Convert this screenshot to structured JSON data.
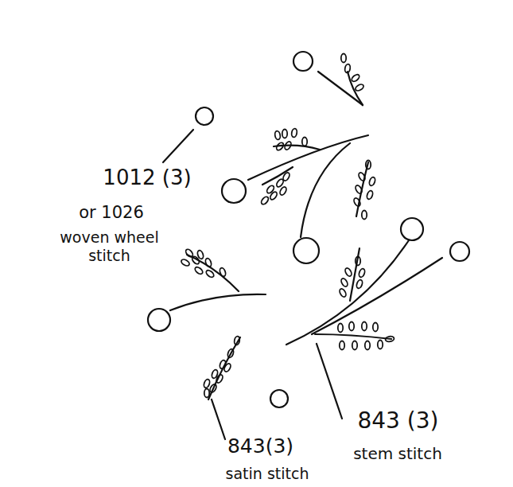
{
  "diagram": {
    "labels": [
      "1012 (3)",
      "or 1026",
      "woven wheel stitch",
      "843 (3)",
      "stem stitch",
      "843(3)",
      "satin stitch"
    ]
  }
}
